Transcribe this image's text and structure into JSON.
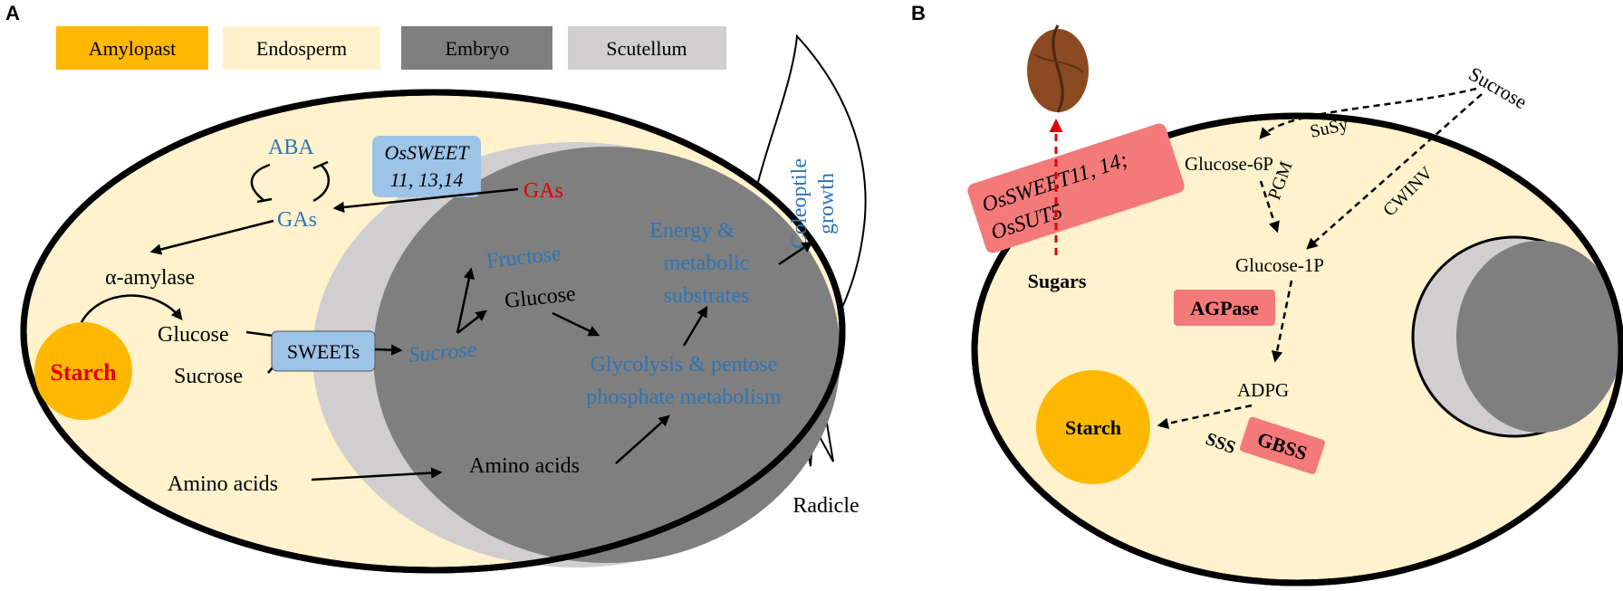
{
  "panel_a": {
    "label": "A",
    "legend": [
      {
        "label": "Amylopast",
        "color": "#FFB800"
      },
      {
        "label": "Endosperm",
        "color": "#FFF2CC"
      },
      {
        "label": "Embryo",
        "color": "#7F7F7F"
      },
      {
        "label": "Scutellum",
        "color": "#D0CECE"
      }
    ],
    "aba": "ABA",
    "gas_left": "GAs",
    "gas_right": "GAs",
    "ossweet_line1": "OsSWEET",
    "ossweet_line2": "11, 13,14",
    "alpha_amylase": "α-amylase",
    "starch": "Starch",
    "glucose_left": "Glucose",
    "sucrose_left": "Sucrose",
    "sweets": "SWEETs",
    "sucrose_embryo": "Sucrose",
    "fructose": "Fructose",
    "glucose_embryo": "Glucose",
    "energy_line1": "Energy &",
    "energy_line2": "metabolic",
    "energy_line3": "substrates",
    "glycolysis_line1": "Glycolysis & pentose",
    "glycolysis_line2": "phosphate metabolism",
    "amino_acids_left": "Amino acids",
    "amino_acids_embryo": "Amino acids",
    "coleoptile_line1": "Coleoptile",
    "coleoptile_line2": "growth",
    "radicle": "Radicle"
  },
  "panel_b": {
    "label": "B",
    "sucrose": "Sucrose",
    "susy": "SuSy",
    "glucose_6p": "Glucose-6P",
    "pgm": "PGM",
    "cwinv": "CWINV",
    "glucose_1p": "Glucose-1P",
    "agpase": "AGPase",
    "adpg": "ADPG",
    "starch": "Starch",
    "gbss": "GBSS",
    "sss": "SSS",
    "transporter_line1": "OsSWEET11, 14;",
    "transporter_line2": "OsSUT5",
    "sugars": "Sugars"
  },
  "colors": {
    "endosperm": "#FFF2CC",
    "embryo": "#7F7F7F",
    "scutellum": "#D0CECE",
    "amyloplast": "#FFB800",
    "sweet_box": "#9DC3E6",
    "enzyme_box": "#F47A7A",
    "blue_text": "#2E75B6",
    "red_text": "#E00000"
  }
}
